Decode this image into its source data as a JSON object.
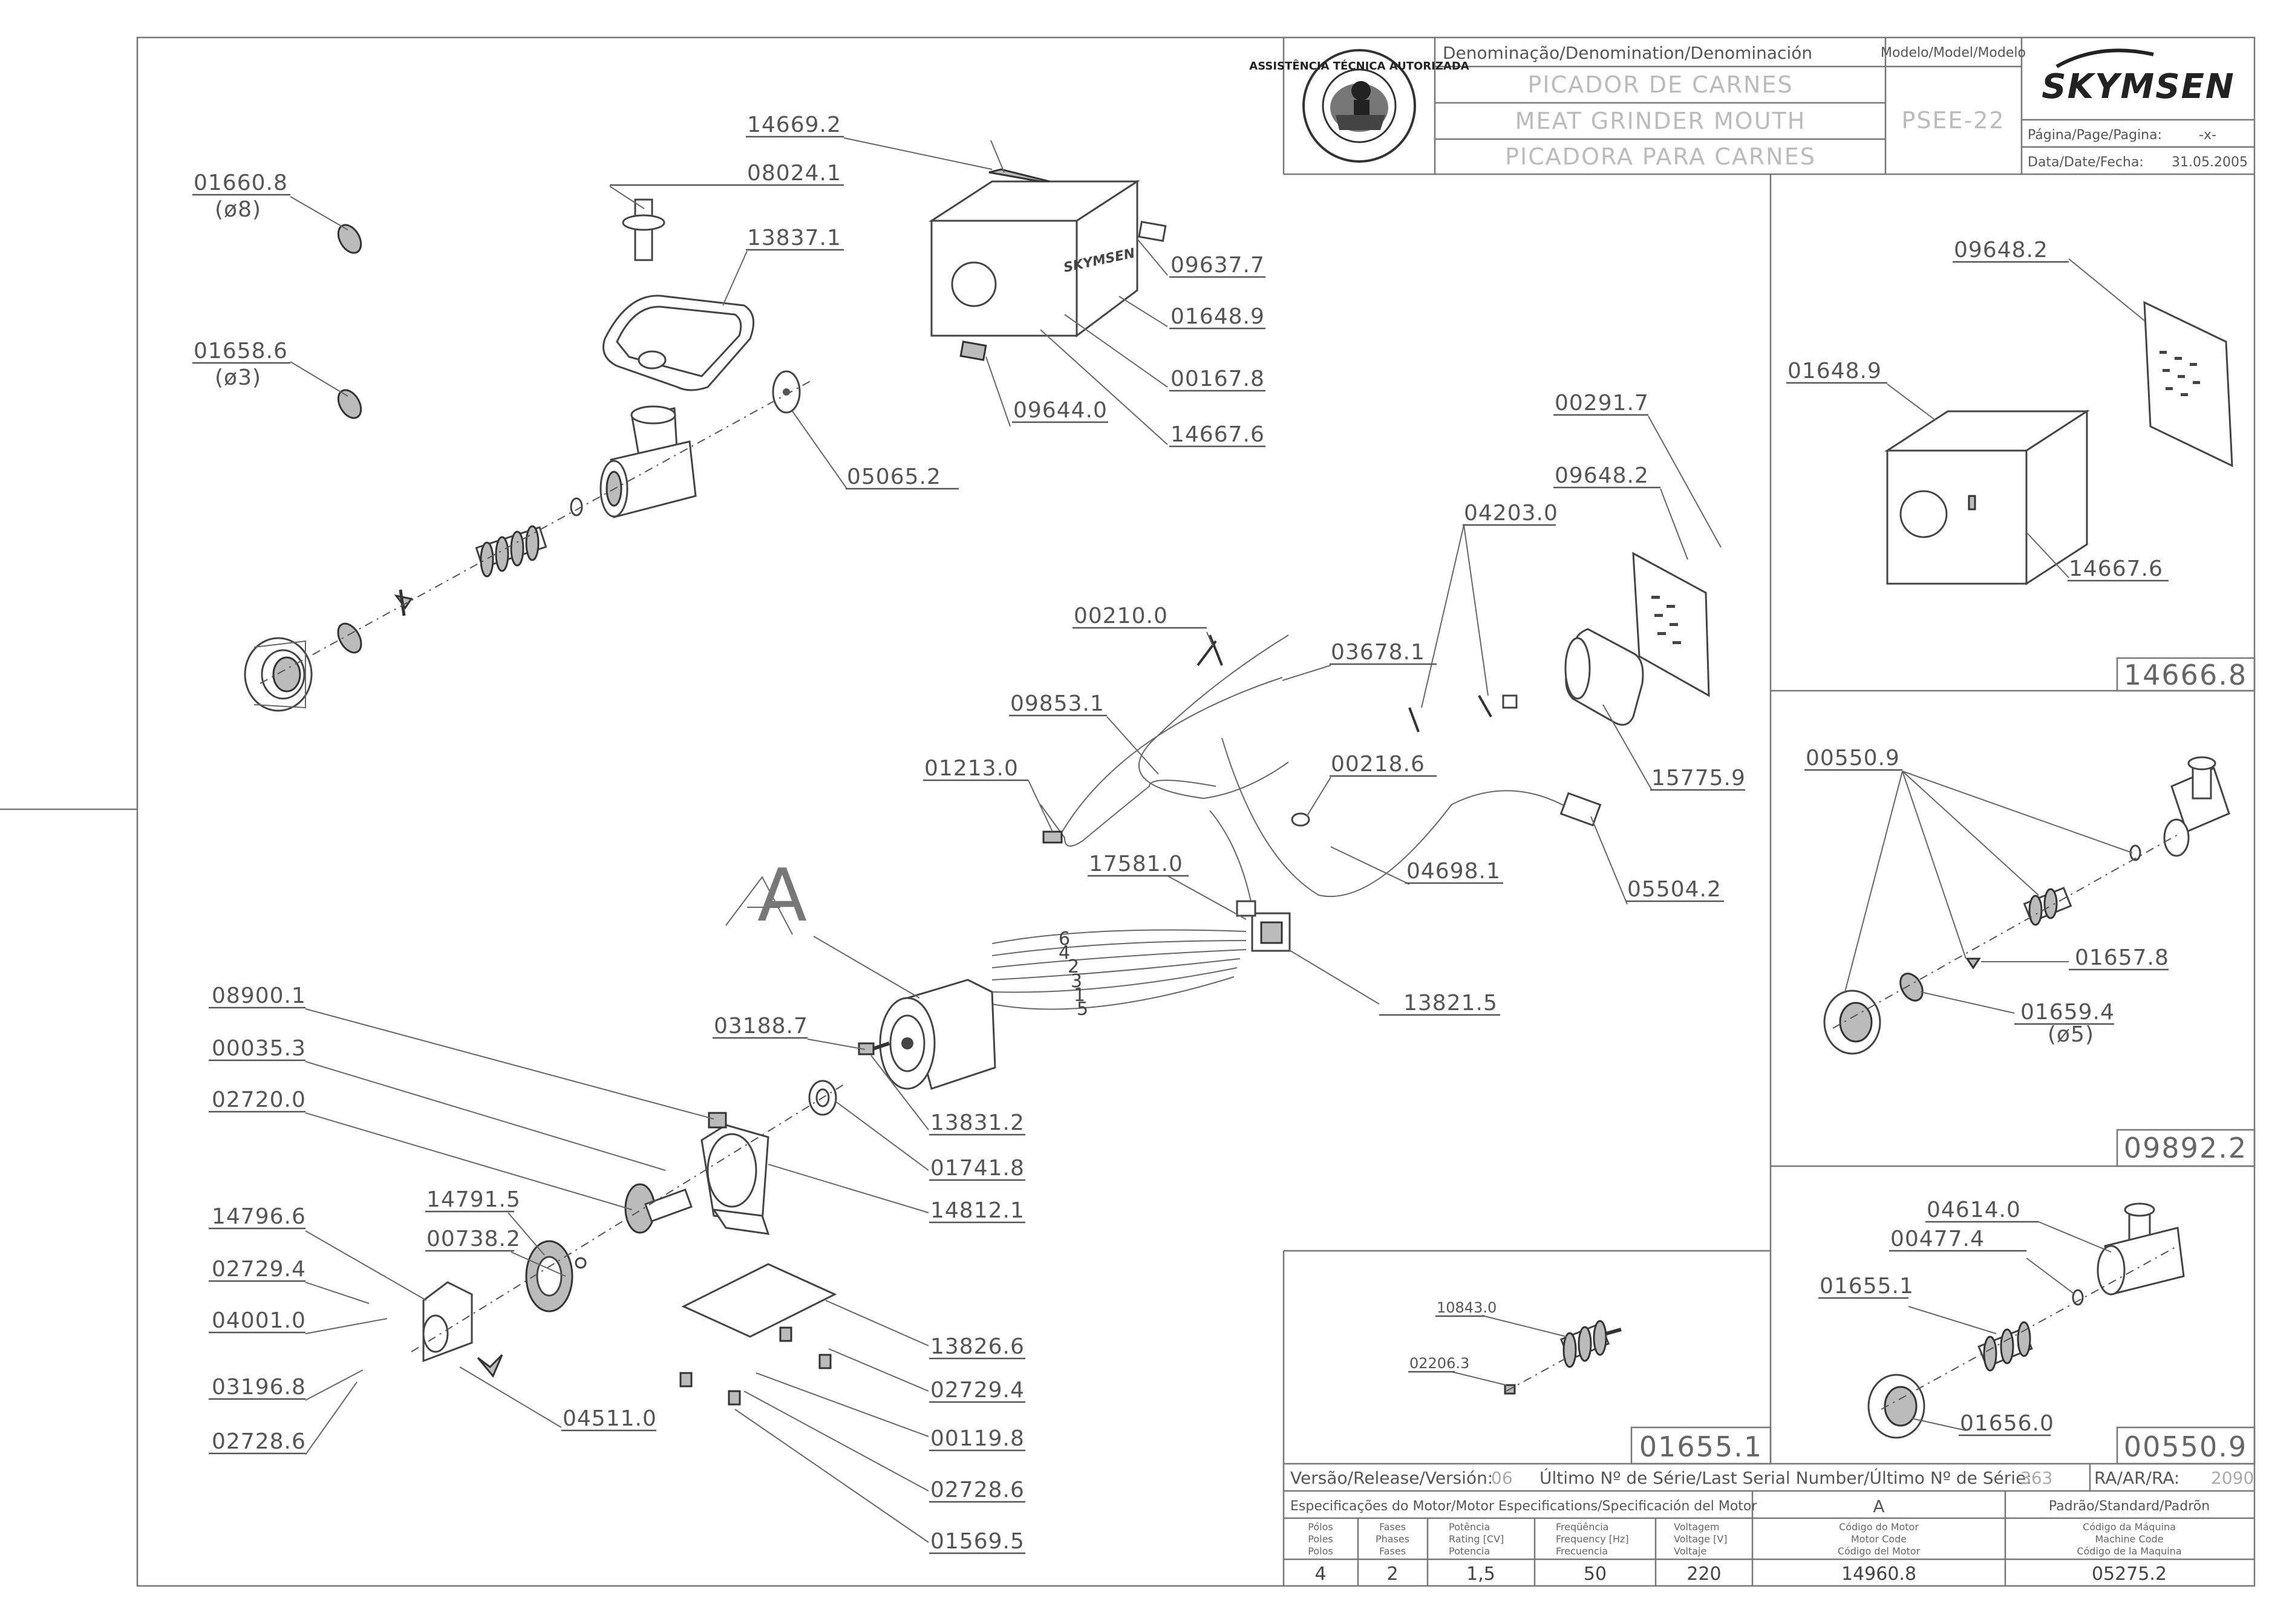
{
  "title_block": {
    "denomination_header": "Denominação/Denomination/Denominación",
    "names": [
      "PICADOR DE CARNES",
      "MEAT GRINDER MOUTH",
      "PICADORA PARA CARNES"
    ],
    "model_header": "Modelo/Model/Modelo",
    "model": "PSEE-22",
    "brand": "SKYMSEN",
    "page_label": "Página/Page/Pagina:",
    "page_value": "-x-",
    "date_label": "Data/Date/Fecha:",
    "date_value": "31.05.2005",
    "seal_text": "ASSISTÊNCIA TÉCNICA AUTORIZADA"
  },
  "main_labels": {
    "p01660_8": "01660.8",
    "p01660_8_d": "(ø8)",
    "p01658_6": "01658.6",
    "p01658_6_d": "(ø3)",
    "p14669_2": "14669.2",
    "p08024_1": "08024.1",
    "p13837_1": "13837.1",
    "p09637_7": "09637.7",
    "p01648_9": "01648.9",
    "p00167_8": "00167.8",
    "p09644_0": "09644.0",
    "p14667_6": "14667.6",
    "p05065_2": "05065.2",
    "p00291_7": "00291.7",
    "p09648_2": "09648.2",
    "p04203_0": "04203.0",
    "p00210_0": "00210.0",
    "p03678_1": "03678.1",
    "p09853_1": "09853.1",
    "p01213_0": "01213.0",
    "p00218_6": "00218.6",
    "p15775_9": "15775.9",
    "p04698_1": "04698.1",
    "p05504_2": "05504.2",
    "p17581_0": "17581.0",
    "letterA": "A",
    "p13821_5": "13821.5",
    "p08900_1": "08900.1",
    "p00035_3": "00035.3",
    "p02720_0": "02720.0",
    "p03188_7": "03188.7",
    "p13831_2": "13831.2",
    "p01741_8": "01741.8",
    "p14812_1": "14812.1",
    "p14796_6": "14796.6",
    "p14791_5": "14791.5",
    "p00738_2": "00738.2",
    "p02729_4a": "02729.4",
    "p04001_0": "04001.0",
    "p03196_8": "03196.8",
    "p02728_6a": "02728.6",
    "p04511_0": "04511.0",
    "p13826_6": "13826.6",
    "p02729_4b": "02729.4",
    "p00119_8": "00119.8",
    "p02728_6b": "02728.6",
    "p01569_5": "01569.5",
    "wire_numbers": [
      "6",
      "4",
      "2",
      "3",
      "1",
      "5"
    ]
  },
  "box_14666": {
    "id": "14666.8",
    "p09648_2": "09648.2",
    "p01648_9": "01648.9",
    "p14667_6": "14667.6"
  },
  "box_09892": {
    "id": "09892.2",
    "p00550_9": "00550.9",
    "p01657_8": "01657.8",
    "p01659_4": "01659.4",
    "p01659_4_d": "(ø5)"
  },
  "box_00550": {
    "id": "00550.9",
    "p04614_0": "04614.0",
    "p00477_4": "00477.4",
    "p01655_1": "01655.1",
    "p01656_0": "01656.0"
  },
  "box_01655": {
    "id": "01655.1",
    "p10843_0": "10843.0",
    "p02206_3": "02206.3"
  },
  "bottom_table": {
    "version_label": "Versão/Release/Versión:",
    "version_value": "06",
    "serial_label": "Último Nº de Série/Last Serial Number/Último Nº de Série:",
    "serial_value": "363",
    "ra_label": "RA/AR/RA:",
    "ra_value": "2090",
    "motor_spec_header": "Especificações do Motor/Motor Especifications/Specificación del Motor",
    "motor_letter": "A",
    "standard_header": "Padrão/Standard/Padrõn",
    "col_heads": [
      [
        "Pólos",
        "Poles",
        "Polos"
      ],
      [
        "Fases",
        "Phases",
        "Fases"
      ],
      [
        "Potência",
        "Rating [CV]",
        "Potencia"
      ],
      [
        "Freqüência",
        "Frequency [Hz]",
        "Frecuencia"
      ],
      [
        "Voltagem",
        "Voltage [V]",
        "Voltaje"
      ],
      [
        "Código do Motor",
        "Motor Code",
        "Código del Motor"
      ],
      [
        "Código da Máquina",
        "Machine Code",
        "Código de la Maquina"
      ]
    ],
    "values": [
      "4",
      "2",
      "1,5",
      "50",
      "220",
      "14960.8",
      "05275.2"
    ]
  }
}
